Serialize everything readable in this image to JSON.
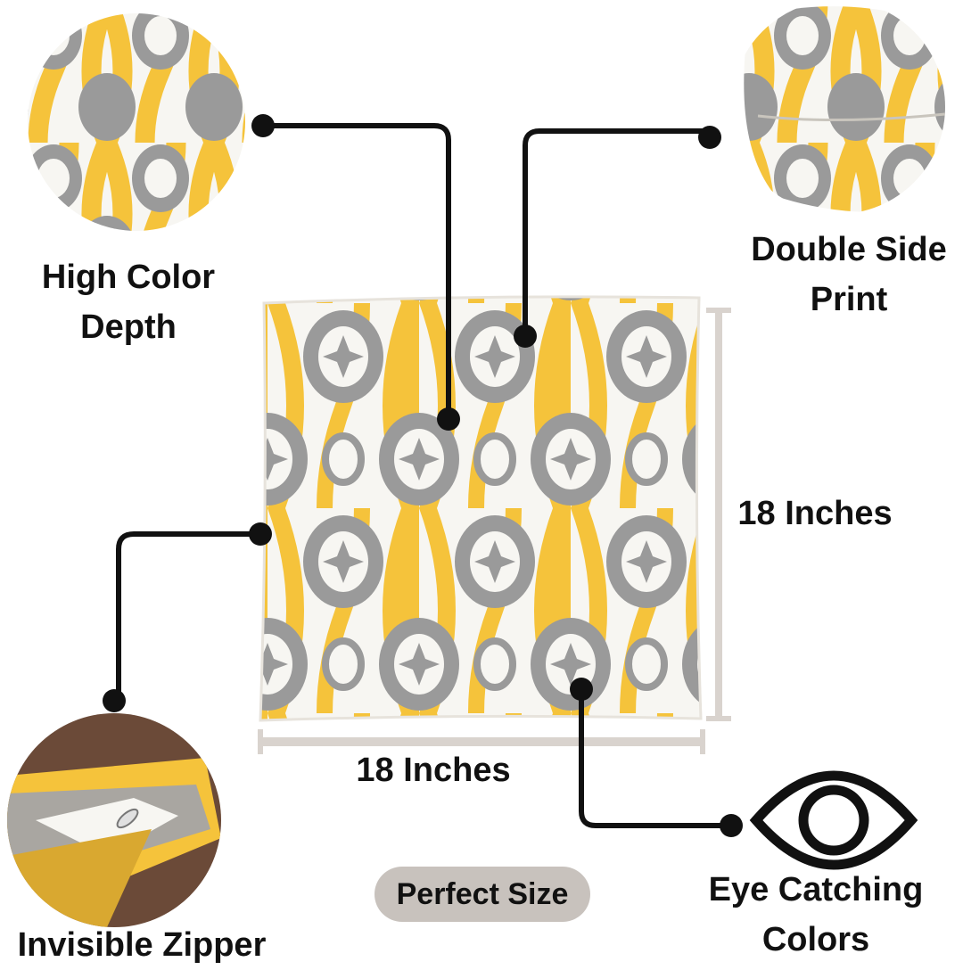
{
  "labels": {
    "high_color_depth": [
      "High Color",
      "Depth"
    ],
    "double_side_print": [
      "Double Side",
      "Print"
    ],
    "height": "18 Inches",
    "width": "18 Inches",
    "invisible_zipper": "Invisible Zipper",
    "perfect_size": "Perfect Size",
    "eye_catching": [
      "Eye Catching",
      "Colors"
    ]
  },
  "colors": {
    "pattern_yellow": "#f5c33b",
    "pattern_grey": "#9a9a9a",
    "pattern_white": "#f7f6f2",
    "callout_black": "#111111",
    "pill_bg": "#c8c2bd",
    "dimension_line": "#d9d3ce",
    "zipper_brown": "#6b4a38"
  },
  "icons": [
    "eye-icon"
  ]
}
